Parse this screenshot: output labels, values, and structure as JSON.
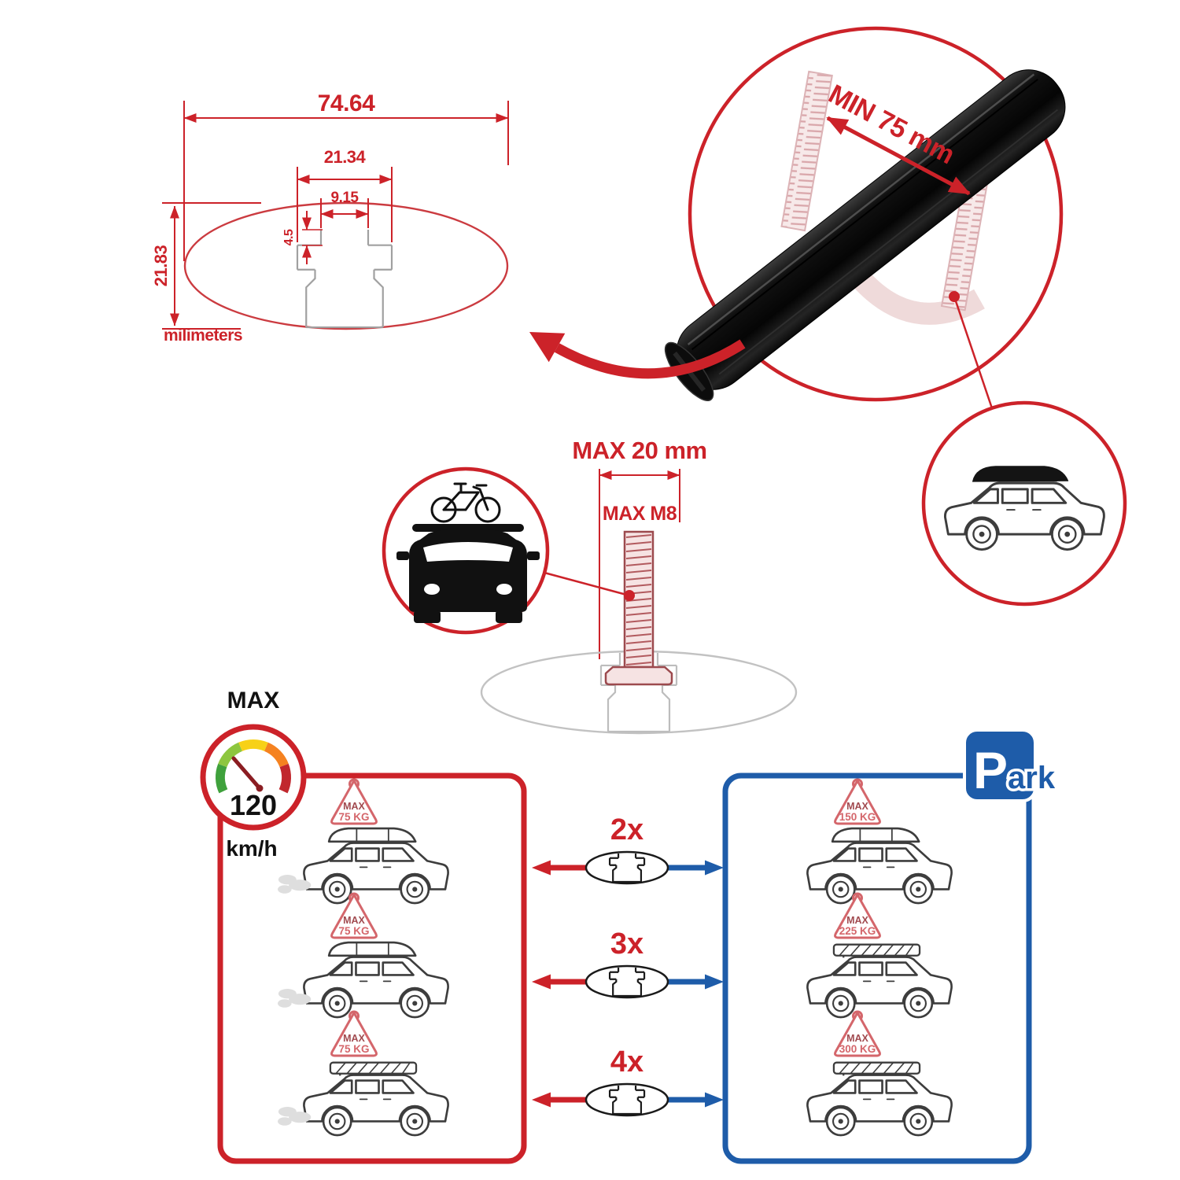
{
  "palette": {
    "red": "#cc2229",
    "blue": "#1e5ca9",
    "dark": "#1a1a1a",
    "gray": "#9e9e9e",
    "pink": "#d4666b"
  },
  "profile_diagram": {
    "width_total": "74.64",
    "width_channel": "21.34",
    "width_opening": "9.15",
    "lip_height": "4.5",
    "height_total": "21.83",
    "units": "milimeters"
  },
  "crossbar_detail": {
    "clamp_min": "MIN 75 mm"
  },
  "bolt_detail": {
    "length_max": "MAX 20 mm",
    "thread_max": "MAX M8"
  },
  "speed_limit": {
    "label": "MAX",
    "value": "120",
    "units": "km/h"
  },
  "park_sign": {
    "initial": "P",
    "rest": "ark"
  },
  "driving_loads": [
    {
      "max": "MAX",
      "kg": "75 KG"
    },
    {
      "max": "MAX",
      "kg": "75 KG"
    },
    {
      "max": "MAX",
      "kg": "75 KG"
    }
  ],
  "parked_loads": [
    {
      "max": "MAX",
      "kg": "150 KG"
    },
    {
      "max": "MAX",
      "kg": "225 KG"
    },
    {
      "max": "MAX",
      "kg": "300 KG"
    }
  ],
  "bar_counts": [
    "2x",
    "3x",
    "4x"
  ]
}
